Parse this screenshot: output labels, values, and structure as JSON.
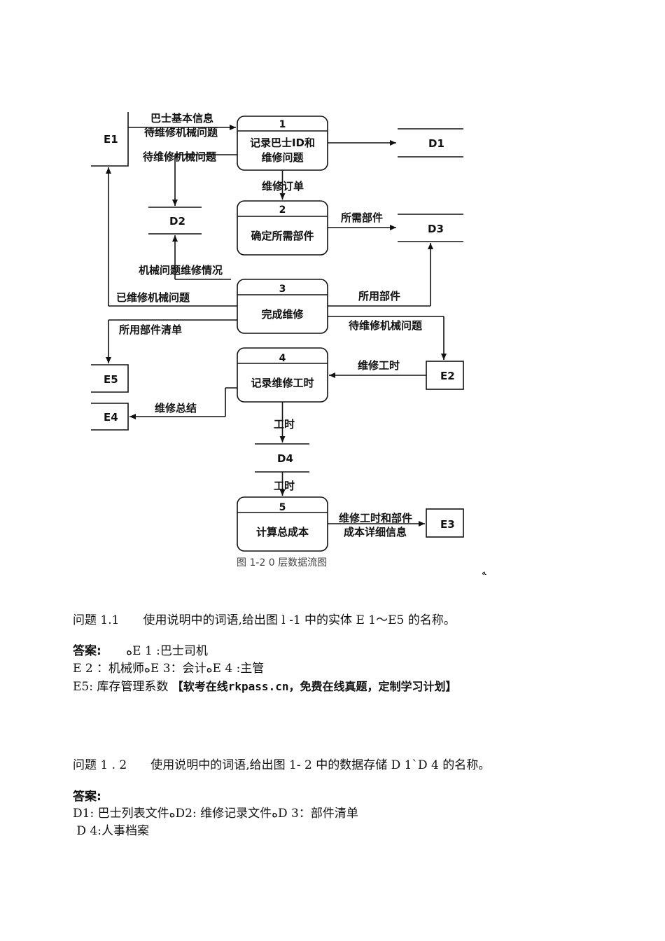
{
  "diagram": {
    "entities": {
      "E1": "E1",
      "E2": "E2",
      "E3": "E3",
      "E4": "E4",
      "E5": "E5"
    },
    "stores": {
      "D1": "D1",
      "D2": "D2",
      "D3": "D3",
      "D4": "D4"
    },
    "processes": [
      {
        "num": "1",
        "line1": "记录巴士ID和",
        "line2": "维修问题"
      },
      {
        "num": "2",
        "line1": "确定所需部件"
      },
      {
        "num": "3",
        "line1": "完成维修"
      },
      {
        "num": "4",
        "line1": "记录维修工时"
      },
      {
        "num": "5",
        "line1": "计算总成本"
      }
    ],
    "flows": {
      "e1_p1_a": "巴士基本信息",
      "e1_p1_b": "待维修机械问题",
      "e1_d2": "待维修机械问题",
      "p1_p2": "维修订单",
      "p2_d3": "所需部件",
      "p3_d2": "机械问题维修情况",
      "p3_e1": "已维修机械问题",
      "p3_d3": "所用部件",
      "p3_e5": "所用部件清单",
      "p3_e2": "待维修机械问题",
      "e2_p4": "维修工时",
      "p4_e4": "维修总结",
      "p4_d4": "工时",
      "d4_p5": "工时",
      "p5_e3_a": "维修工时和部件",
      "p5_e3_b": "成本详细信息"
    },
    "caption": "图 1-2 0 层数据流图",
    "stray_mark": "ﻪ"
  },
  "q1": {
    "question": "问题 1.1　　使用说明中的词语,给出图 l -1 中的实体 E 1～E5 的名称。",
    "answer_label": "答案:",
    "line1": "ﻩE 1 :巴士司机",
    "line2": "E 2 ：机械师ﻩE 3：会计ﻩE 4 :主管",
    "line3": "E5: 库存管理系数 ",
    "promo": "【软考在线rkpass.cn，免费在线真题，定制学习计划】"
  },
  "q2": {
    "question": "问题 1 . 2　　使用说明中的词语,给出图 1- 2 中的数据存储 D 1`D 4 的名称。",
    "answer_label": "答案:",
    "line1": "D1: 巴士列表文件ﻩD2: 维修记录文件ﻩD 3：部件清单",
    "line2": " D 4:人事档案"
  }
}
